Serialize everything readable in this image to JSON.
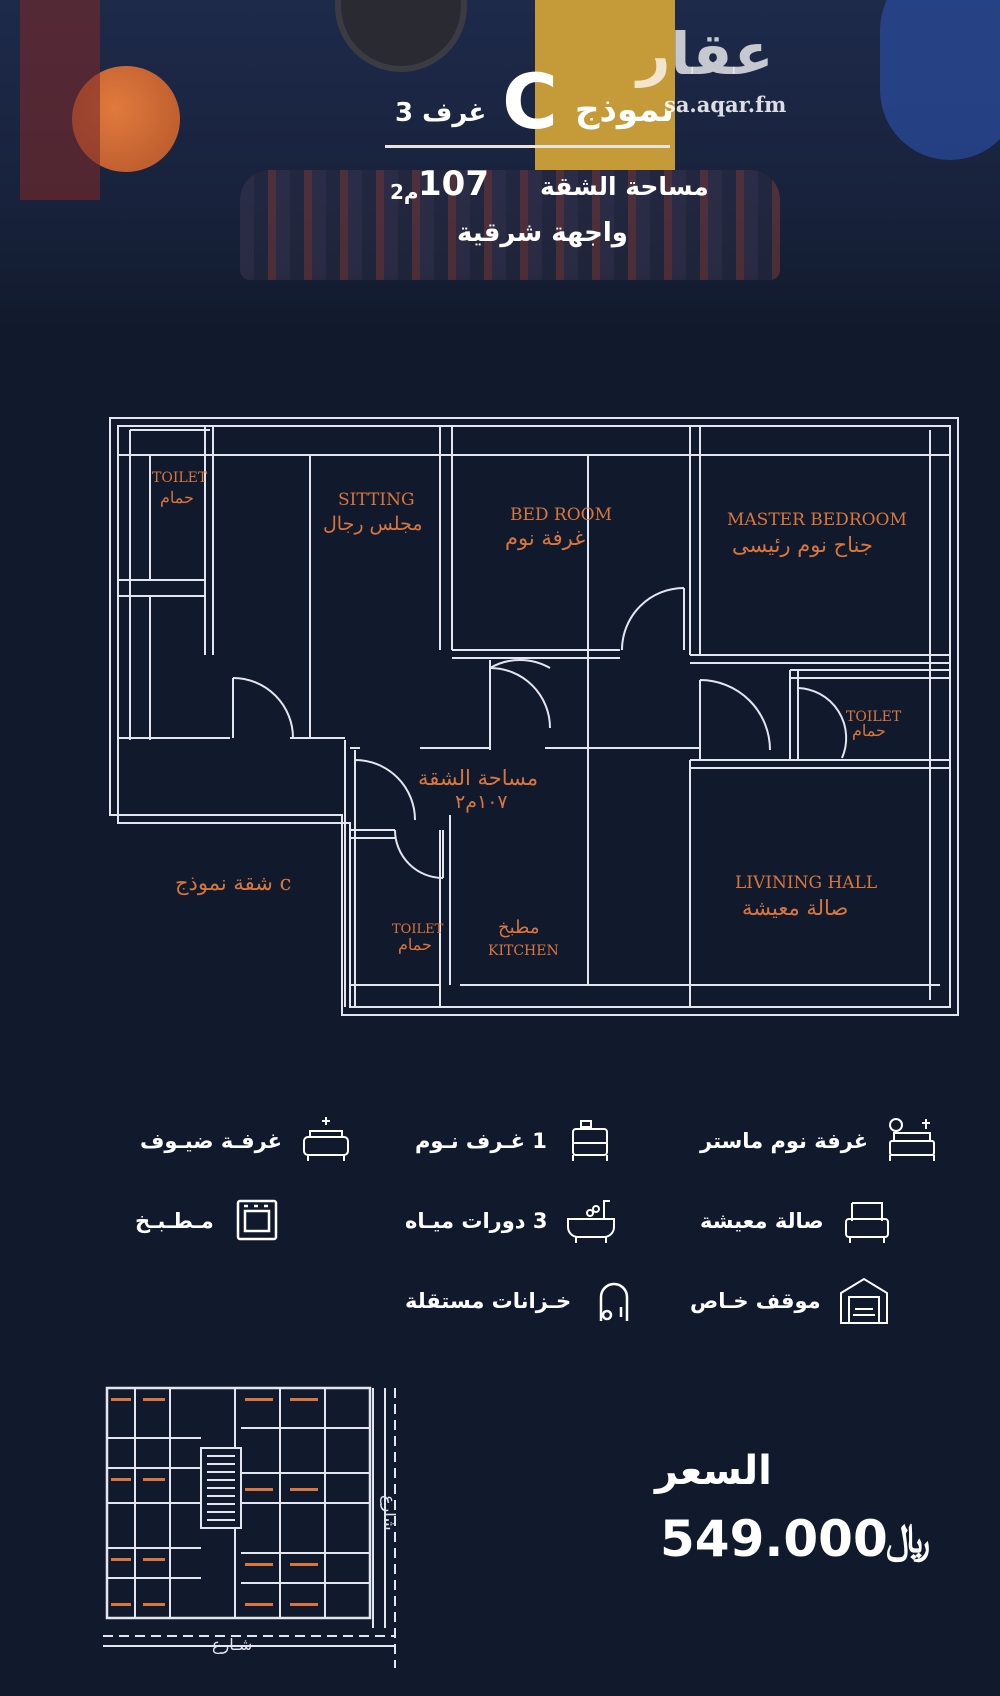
{
  "watermark": {
    "brand": "عقار",
    "url": "sa.aqar.fm"
  },
  "header": {
    "model_label": "نموذج",
    "model_letter": "C",
    "rooms": "3 غرف",
    "area_label": "مساحة الشقة",
    "area_value": "107",
    "area_unit": "م2",
    "facing": "واجهة شرقية"
  },
  "floorplan": {
    "rooms": {
      "toilet_1_en": "TOILET",
      "toilet_1_ar": "حمام",
      "sitting_en": "SITTING",
      "sitting_ar": "مجلس رجال",
      "bedroom_en": "BED ROOM",
      "bedroom_ar": "غرفة نوم",
      "master_en": "MASTER BEDROOM",
      "master_ar": "جناح نوم رئيسى",
      "toilet_2_en": "TOILET",
      "toilet_2_ar": "حمام",
      "apartment_area_ar": "مساحة الشقة",
      "apartment_area_val": "١٠٧م٢",
      "toilet_3_en": "TOILET",
      "toilet_3_ar": "حمام",
      "kitchen_ar": "مطبخ",
      "kitchen_en": "KITCHEN",
      "living_en": "LIVINING HALL",
      "living_ar": "صالة معيشة",
      "model_note": "شقة نموذج c"
    }
  },
  "features": [
    {
      "label": "غرفة نوم ماستر",
      "icon": "master-bed-icon"
    },
    {
      "label": "1 غـرف نـوم",
      "icon": "bed-icon"
    },
    {
      "label": "غرفـة ضيـوف",
      "icon": "sofa-icon"
    },
    {
      "label": "صالة معيشة",
      "icon": "armchair-icon"
    },
    {
      "label": "3 دورات ميـاه",
      "icon": "bathtub-icon"
    },
    {
      "label": "مـطـبـخ",
      "icon": "oven-icon"
    },
    {
      "label": "موقف خـاص",
      "icon": "garage-icon"
    },
    {
      "label": "خـزانات مستقلة",
      "icon": "tank-icon"
    }
  ],
  "site_plan": {
    "street_vertical": "شارع",
    "street_horizontal": "شـارع"
  },
  "price": {
    "label": "السعر",
    "value": "549.000",
    "currency": "﷼"
  },
  "colors": {
    "background": "#111a2c",
    "accent": "#d9763d",
    "lines": "#e3e6ee"
  }
}
